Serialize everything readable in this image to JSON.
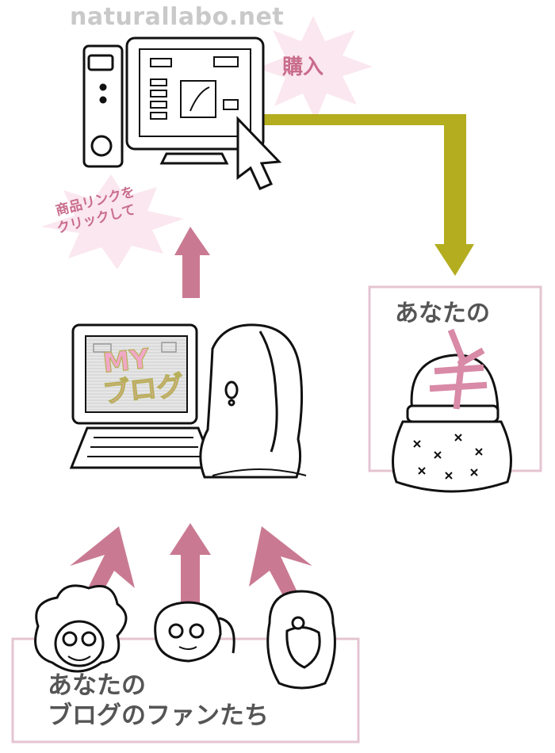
{
  "site_url": "naturallabo.net",
  "purchase_label": "購入",
  "click_label": [
    "商品リンクを",
    "クリックして"
  ],
  "blog_screen_text": [
    "MY",
    "ブログ"
  ],
  "you_label": "あなたの",
  "fans_label": [
    "あなたの",
    "ブログのファンたち"
  ],
  "colors": {
    "arrow_pink": "#c97a92",
    "arrow_olive": "#b3ad1f",
    "box_border": "#e5c4d2",
    "starburst": "#fbe7ef",
    "text_gray": "#555555",
    "url_gray": "#c9c9c9"
  }
}
